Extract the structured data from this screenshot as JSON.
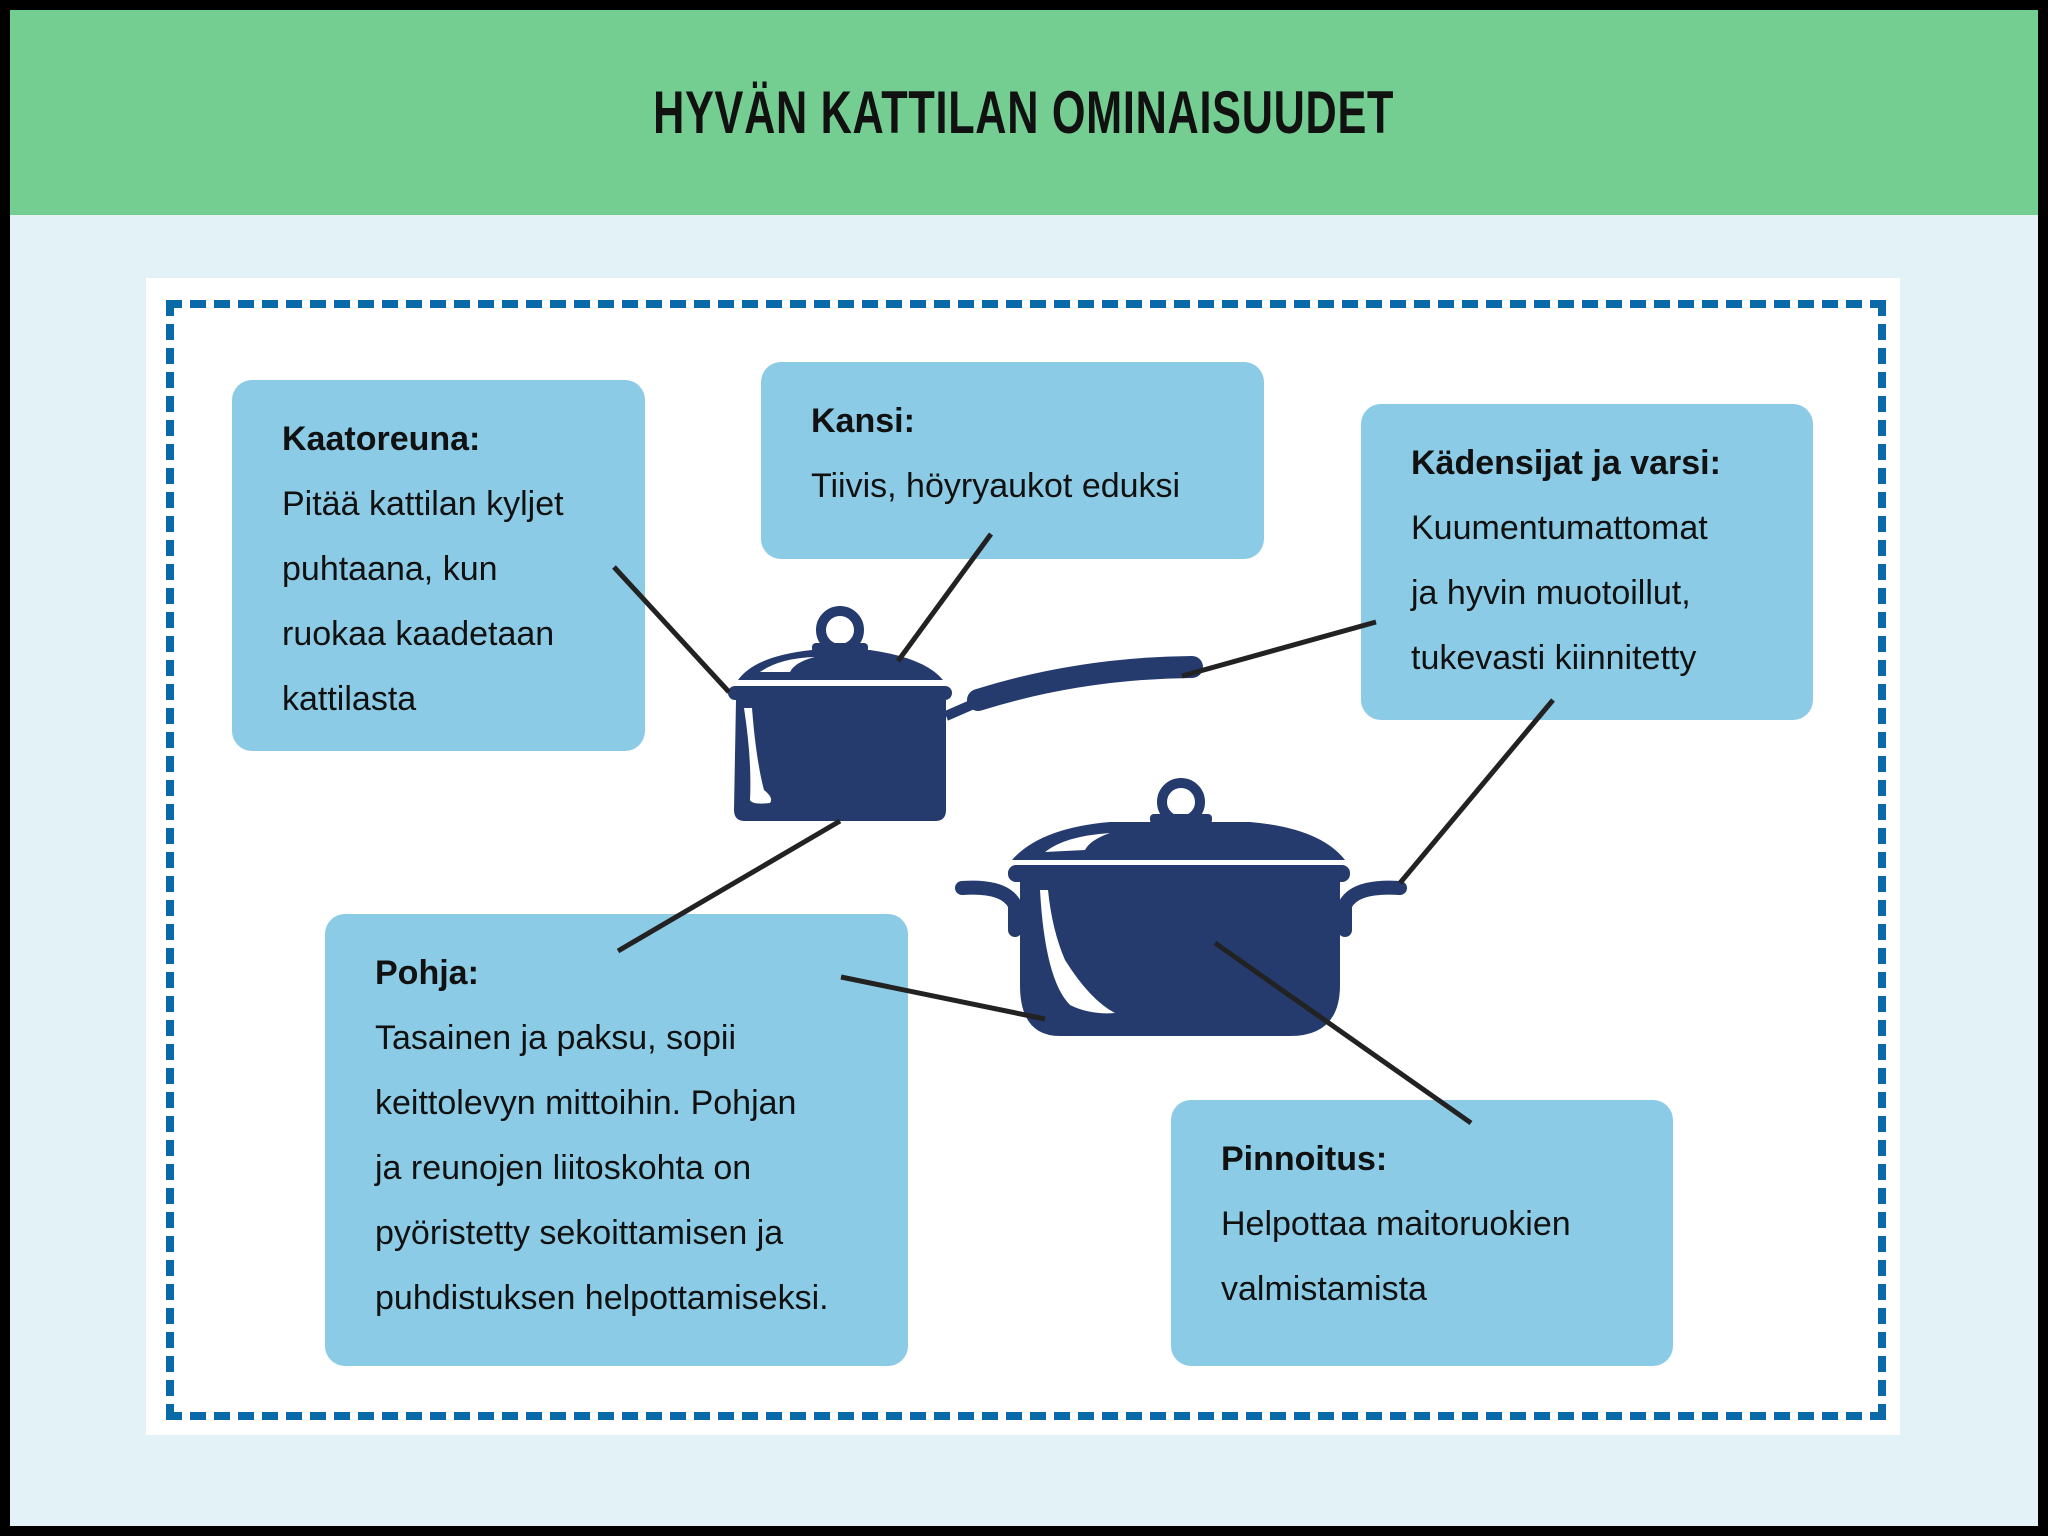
{
  "header": {
    "title": "HYVÄN KATTILAN OMINAISUUDET"
  },
  "colors": {
    "header": "#74ce92",
    "background": "#e3f2f7",
    "box": "#8ccbe5",
    "pot": "#253a6d",
    "dash": "#0a6aa8"
  },
  "callouts": [
    {
      "title": "Kaatoreuna:",
      "lines": [
        "Pitää kattilan kyljet",
        "puhtaana, kun",
        "ruokaa kaadetaan",
        "kattilasta"
      ]
    },
    {
      "title": "Kansi:",
      "lines": [
        "Tiivis, höyryaukot eduksi"
      ]
    },
    {
      "title": "Kädensijat ja varsi:",
      "lines": [
        "Kuumentumattomat",
        "ja hyvin muotoillut,",
        "tukevasti kiinnitetty"
      ]
    },
    {
      "title": "Pohja:",
      "lines": [
        "Tasainen ja paksu, sopii",
        "keittolevyn mittoihin. Pohjan",
        "ja reunojen liitoskohta on",
        "pyöristetty sekoittamisen ja",
        "puhdistuksen helpottamiseksi."
      ]
    },
    {
      "title": "Pinnoitus:",
      "lines": [
        "Helpottaa maitoruokien",
        "valmistamista"
      ]
    }
  ]
}
